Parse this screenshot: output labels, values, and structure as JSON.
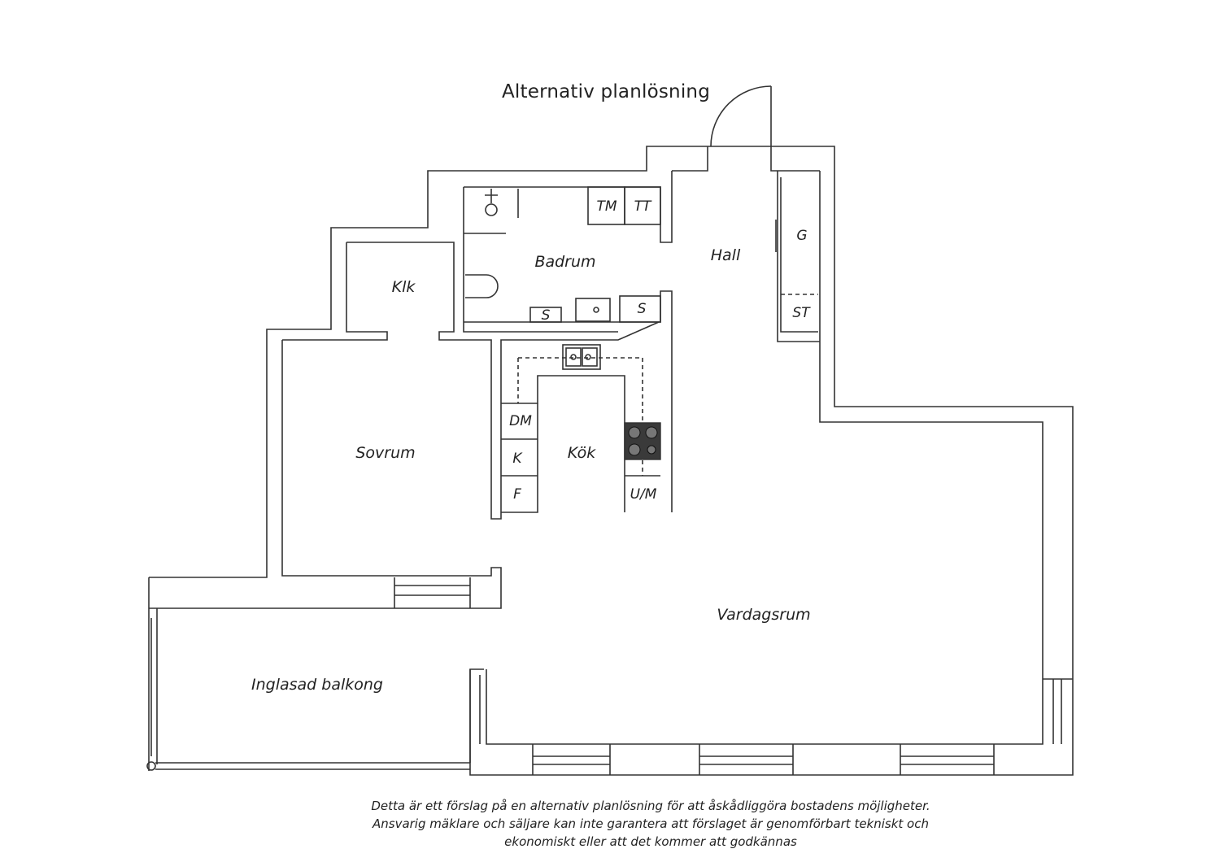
{
  "title": "Alternativ planlösning",
  "rooms": {
    "badrum": "Badrum",
    "hall": "Hall",
    "klk": "Klk",
    "sovrum": "Sovrum",
    "kok": "Kök",
    "vardagsrum": "Vardagsrum",
    "balkong": "Inglasad balkong"
  },
  "fixtures": {
    "tm": "TM",
    "tt": "TT",
    "g": "G",
    "st": "ST",
    "s_bath": "S",
    "s_hall": "S",
    "dm": "DM",
    "k": "K",
    "f": "F",
    "um": "U/M"
  },
  "disclaimer": [
    "Detta är ett förslag på en alternativ planlösning för att åskådliggöra bostadens möjligheter.",
    "Ansvarig mäklare och säljare kan inte garantera att förslaget är genomförbart tekniskt och",
    "ekonomiskt eller att det kommer att godkännas"
  ],
  "colors": {
    "line": "#333333",
    "stove": "#3a3a3a"
  }
}
